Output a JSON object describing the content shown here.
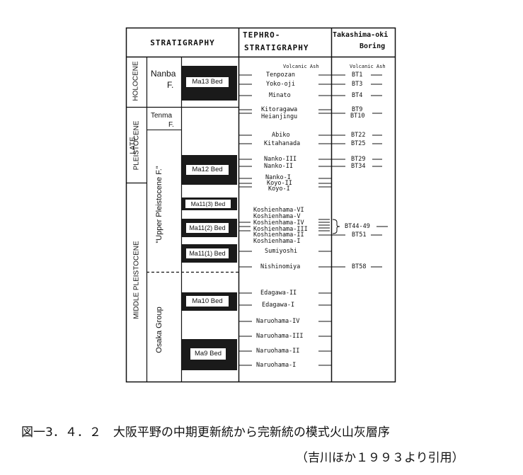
{
  "header": {
    "stratigraphy": "STRATIGRAPHY",
    "tephro_line1": "TEPHRO-",
    "tephro_line2": "STRATIGRAPHY",
    "boring_line1": "Takashima-oki",
    "boring_line2": "Boring"
  },
  "epochs": {
    "holocene": "HOLOCENE",
    "late": "LATE",
    "pleistocene": "PLEISTOCENE",
    "middle": "MIDDLE PLEISTOCENE"
  },
  "formations": {
    "nanba_1": "Nanba",
    "nanba_2": "F.",
    "tenma_1": "Tenma",
    "tenma_2": "F.",
    "upper": "\"Upper Pleistocene F.\"",
    "osaka": "Osaka Group"
  },
  "beds": [
    "Ma13 Bed",
    "Ma12 Bed",
    "Ma11(3) Bed",
    "Ma11(2) Bed",
    "Ma11(1) Bed",
    "Ma10 Bed",
    "Ma9 Bed"
  ],
  "col_sublabels": {
    "volcanic_ash_tephro": "Volcanic Ash",
    "volcanic_ash_boring": "Volcanic Ash"
  },
  "tephra": [
    "Tenpozan",
    "Yoko-oji",
    "Minato",
    "Kitoragawa",
    "Heianjingu",
    "Abiko",
    "Kitahanada",
    "Nanko-III",
    "Nanko-II",
    "Nanko-I",
    "Koyo-II",
    "Koyo-I",
    "Koshienhama-VI",
    "Koshienhama-V",
    "Koshienhama-IV",
    "Koshienhama-III",
    "Koshienhama-II",
    "Koshienhama-I",
    "Sumiyoshi",
    "Nishinomiya",
    "Edagawa-II",
    "Edagawa-I",
    "Naruohama-IV",
    "Naruohama-III",
    "Naruohama-II",
    "Naruohama-I"
  ],
  "boring": [
    "BT1",
    "BT3",
    "BT4",
    "BT9",
    "BT10",
    "BT22",
    "BT25",
    "BT29",
    "BT34",
    "BT44-49",
    "BT51",
    "BT58"
  ],
  "caption": {
    "line1": "図一3．４．２　大阪平野の中期更新統から完新統の模式火山灰層序",
    "line2": "（吉川ほか１９９３より引用）"
  }
}
